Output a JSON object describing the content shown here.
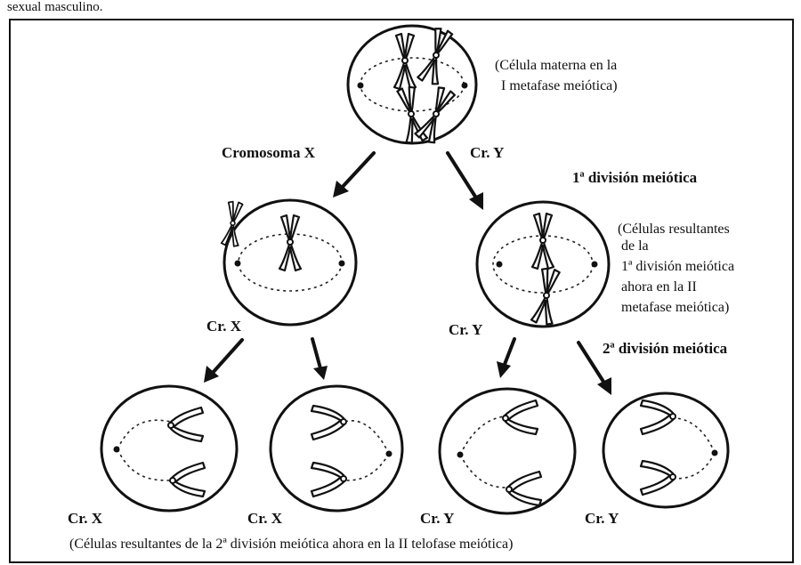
{
  "top_caption": "sexual masculino.",
  "mother_cell_note": {
    "line1": "(Célula materna en la",
    "line2": "I metafase meiótica)"
  },
  "label_cromosoma_x": "Cromosoma X",
  "label_cr_y_top": "Cr. Y",
  "first_division_label": "1ª división meiótica",
  "resulting_cells_note": {
    "line1": "(Células resultantes",
    "line2": "de la",
    "line3": "1ª división meiótica",
    "line4": "ahora en la II",
    "line5": "metafase meiótica)"
  },
  "label_cr_x_mid": "Cr. X",
  "label_cr_y_mid": "Cr. Y",
  "second_division_label": "2ª división meiótica",
  "bottom_labels": [
    "Cr. X",
    "Cr. X",
    "Cr. Y",
    "Cr. Y"
  ],
  "footer_caption": "(Células resultantes de la 2ª división meiótica ahora en la II telofase meiótica)"
}
